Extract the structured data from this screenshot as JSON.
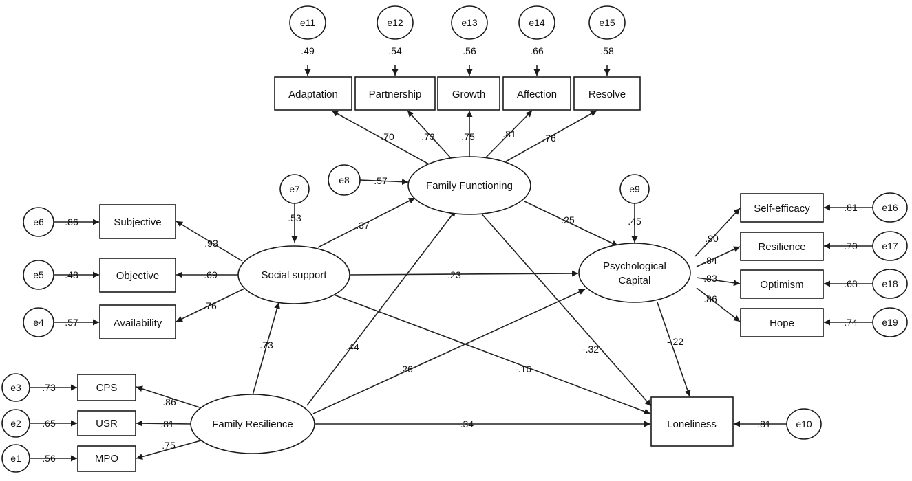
{
  "nodes": {
    "adaptation": "Adaptation",
    "partnership": "Partnership",
    "growth": "Growth",
    "affection": "Affection",
    "resolve": "Resolve",
    "subjective": "Subjective",
    "objective": "Objective",
    "availability": "Availability",
    "cps": "CPS",
    "usr": "USR",
    "mpo": "MPO",
    "self_efficacy": "Self-efficacy",
    "resilience": "Resilience",
    "optimism": "Optimism",
    "hope": "Hope",
    "loneliness": "Loneliness",
    "family_functioning": "Family Functioning",
    "social_support": "Social support",
    "psych_capital_line1": "Psychological",
    "psych_capital_line2": "Capital",
    "family_resilience": "Family Resilience"
  },
  "errors": {
    "e1": "e1",
    "e2": "e2",
    "e3": "e3",
    "e4": "e4",
    "e5": "e5",
    "e6": "e6",
    "e7": "e7",
    "e8": "e8",
    "e9": "e9",
    "e10": "e10",
    "e11": "e11",
    "e12": "e12",
    "e13": "e13",
    "e14": "e14",
    "e15": "e15",
    "e16": "e16",
    "e17": "e17",
    "e18": "e18",
    "e19": "e19"
  },
  "coefficients": {
    "e11": ".49",
    "e12": ".54",
    "e13": ".56",
    "e14": ".66",
    "e15": ".58",
    "ff_adaptation": ".70",
    "ff_partnership": ".73",
    "ff_growth": ".75",
    "ff_affection": ".81",
    "ff_resolve": ".76",
    "e8": ".57",
    "e7": ".53",
    "e9": ".45",
    "e6": ".86",
    "e5": ".48",
    "e4": ".57",
    "ss_subjective": ".93",
    "ss_objective": ".69",
    "ss_availability": ".76",
    "ss_ff": ".37",
    "ff_pc": ".25",
    "ss_pc": ".23",
    "pc_self_efficacy": ".90",
    "pc_resilience": ".84",
    "pc_optimism": ".83",
    "pc_hope": ".86",
    "e16": ".81",
    "e17": ".70",
    "e18": ".68",
    "e19": ".74",
    "fr_ss": ".73",
    "fr_ff": ".44",
    "fr_pc": ".26",
    "ss_lon": "-.16",
    "ff_lon": "-.32",
    "pc_lon": "-.22",
    "fr_lon": "-.34",
    "e3": ".73",
    "e2": ".65",
    "e1": ".56",
    "fr_cps": ".86",
    "fr_usr": ".81",
    "fr_mpo": ".75",
    "e10": ".81"
  }
}
